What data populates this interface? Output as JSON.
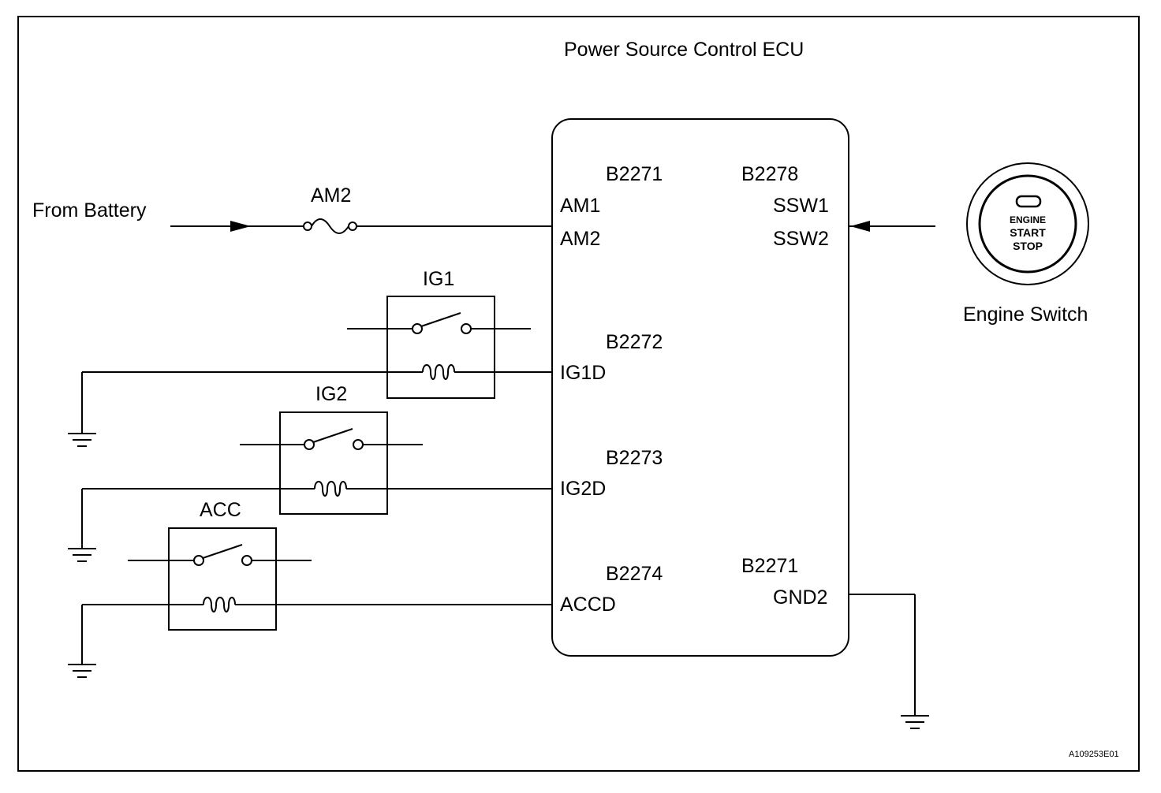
{
  "ecu": {
    "title": "Power Source Control ECU",
    "codes": {
      "am": "B2271",
      "ssw": "B2278",
      "ig1": "B2272",
      "ig2": "B2273",
      "acc": "B2274",
      "gnd": "B2271"
    },
    "pins": {
      "am1": "AM1",
      "am2": "AM2",
      "ssw1": "SSW1",
      "ssw2": "SSW2",
      "ig1d": "IG1D",
      "ig2d": "IG2D",
      "accd": "ACCD",
      "gnd2": "GND2"
    }
  },
  "battery": {
    "label": "From Battery"
  },
  "fuse": {
    "label": "AM2"
  },
  "relays": {
    "ig1": "IG1",
    "ig2": "IG2",
    "acc": "ACC"
  },
  "engine_switch": {
    "label": "Engine Switch",
    "button_line1": "ENGINE",
    "button_line2": "START",
    "button_line3": "STOP"
  },
  "figure_code": "A109253E01"
}
